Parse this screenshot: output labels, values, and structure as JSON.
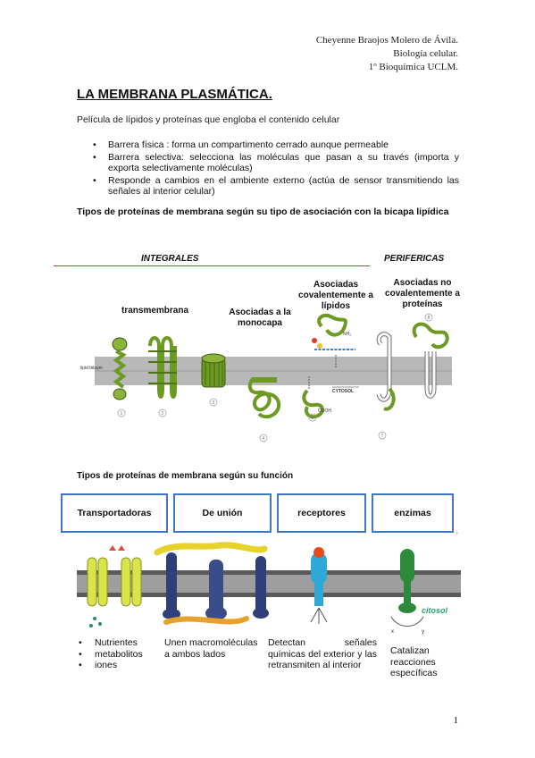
{
  "header": {
    "line1": "Cheyenne Braojos Molero de Ávila.",
    "line2": "Biología celular.",
    "line3": "1º Bioquímica UCLM."
  },
  "title": "LA MEMBRANA PLASMÁTICA.",
  "subtitle": "Película de lípidos y proteínas que engloba el contenido celular",
  "bullets": [
    "Barrera física :   forma un compartimento cerrado aunque permeable",
    "Barrera selectiva:    selecciona las moléculas que pasan a su través (importa y exporta selectivamente moléculas)",
    "Responde a cambios en el ambiente externo (actúa de sensor transmitiendo las señales al interior celular)"
  ],
  "section1_heading": "Tipos de proteínas de membrana según su tipo de asociación con la bicapa lipídica",
  "figure1": {
    "integrales": "INTEGRALES",
    "perifericas": "PERIFERICAS",
    "transmembrana": "transmembrana",
    "monocapa": "Asociadas a la monocapa",
    "lipidos": "Asociadas covalentemente a lípidos",
    "no_covalente": "Asociadas no covalentemente a proteínas",
    "lipid_bilayer": "lipid bilayer",
    "nh2": "NH₂",
    "cytosol": "CYTOSOL",
    "cooh": "COOH",
    "numbers": [
      "1",
      "2",
      "3",
      "4",
      "5",
      "6",
      "7",
      "8"
    ]
  },
  "section2_heading": "Tipos de proteínas de membrana según su función",
  "function_boxes": [
    "Transportadoras",
    "De unión",
    "receptores",
    "enzimas"
  ],
  "figure2": {
    "citosol": "citosol",
    "x": "x",
    "y": "y"
  },
  "descriptions": {
    "transportadoras": [
      "Nutrientes",
      "metabolitos",
      "iones"
    ],
    "union": "Unen macromoléculas a ambos lados",
    "receptores": "Detectan señales químicas del exterior y las retransmiten al interior",
    "enzimas": "Catalizan reacciones específicas"
  },
  "colors": {
    "protein_green": "#7fa833",
    "membrane_gray": "#a9a9a9",
    "box_border": "#3f77c1",
    "divider_red": "#d4352a",
    "citosol_text": "#2aa36b"
  },
  "page_number": "1"
}
